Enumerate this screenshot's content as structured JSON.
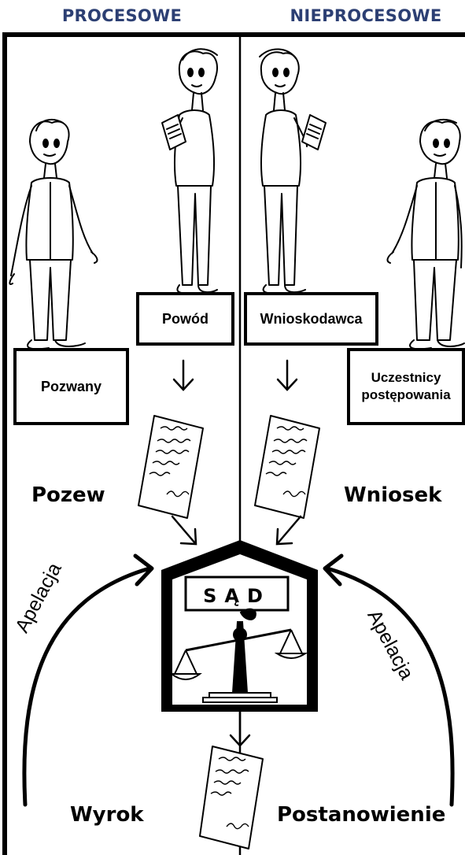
{
  "columns": {
    "left": "PROCESOWE",
    "right": "NIEPROCESOWE"
  },
  "colors": {
    "header": "#2c3f73",
    "ink": "#000000"
  },
  "parties": {
    "plaintiff": "Powód",
    "defendant": "Pozwany",
    "applicant": "Wnioskodawca",
    "participants_line1": "Uczestnicy",
    "participants_line2": "postępowania"
  },
  "documents": {
    "claim": "Pozew",
    "motion": "Wniosek"
  },
  "court": {
    "sign": "SĄD"
  },
  "appeal": {
    "left": "Apelacja",
    "right": "Apelacja"
  },
  "decisions": {
    "judgment": "Wyrok",
    "ruling": "Postanowienie"
  },
  "icons": [
    "person-figure",
    "document-icon",
    "arrow-down-icon",
    "courthouse-icon",
    "scales-icon",
    "curved-arrow-icon"
  ]
}
